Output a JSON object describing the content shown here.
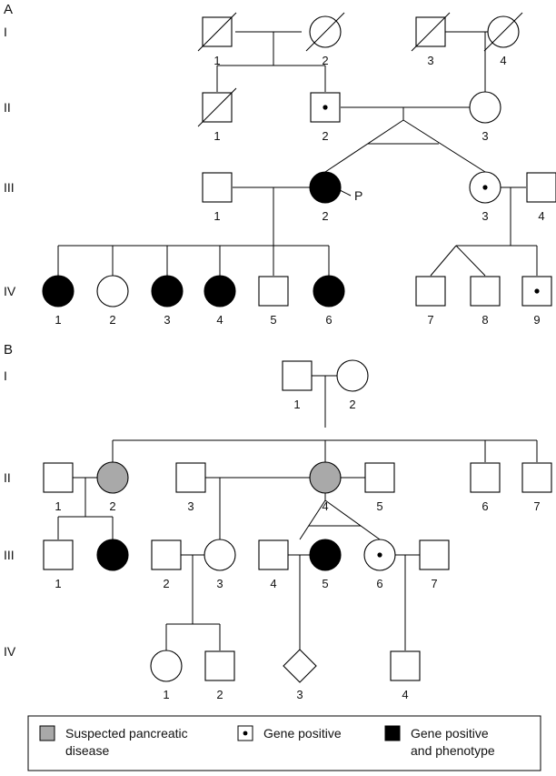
{
  "colors": {
    "suspected": "#a9a9a9",
    "affected": "#000000",
    "unaffected": "#ffffff",
    "line": "#000000"
  },
  "panel_a": {
    "label": "A",
    "generations": [
      "I",
      "II",
      "III",
      "IV"
    ],
    "proband_label": "P",
    "individuals": [
      {
        "id": "A-I-1",
        "label": "1",
        "sex": "male",
        "status": "unaffected",
        "deceased": true
      },
      {
        "id": "A-I-2",
        "label": "2",
        "sex": "female",
        "status": "unaffected",
        "deceased": true
      },
      {
        "id": "A-I-3",
        "label": "3",
        "sex": "male",
        "status": "unaffected",
        "deceased": true
      },
      {
        "id": "A-I-4",
        "label": "4",
        "sex": "female",
        "status": "unaffected",
        "deceased": true
      },
      {
        "id": "A-II-1",
        "label": "1",
        "sex": "male",
        "status": "unaffected",
        "deceased": true
      },
      {
        "id": "A-II-2",
        "label": "2",
        "sex": "male",
        "status": "carrier"
      },
      {
        "id": "A-II-3",
        "label": "3",
        "sex": "female",
        "status": "unaffected"
      },
      {
        "id": "A-III-1",
        "label": "1",
        "sex": "male",
        "status": "unaffected"
      },
      {
        "id": "A-III-2",
        "label": "2",
        "sex": "female",
        "status": "affected",
        "proband": true
      },
      {
        "id": "A-III-3",
        "label": "3",
        "sex": "female",
        "status": "carrier"
      },
      {
        "id": "A-III-4",
        "label": "4",
        "sex": "male",
        "status": "unaffected"
      },
      {
        "id": "A-IV-1",
        "label": "1",
        "sex": "female",
        "status": "affected"
      },
      {
        "id": "A-IV-2",
        "label": "2",
        "sex": "female",
        "status": "unaffected"
      },
      {
        "id": "A-IV-3",
        "label": "3",
        "sex": "female",
        "status": "affected"
      },
      {
        "id": "A-IV-4",
        "label": "4",
        "sex": "female",
        "status": "affected"
      },
      {
        "id": "A-IV-5",
        "label": "5",
        "sex": "male",
        "status": "unaffected"
      },
      {
        "id": "A-IV-6",
        "label": "6",
        "sex": "female",
        "status": "affected"
      },
      {
        "id": "A-IV-7",
        "label": "7",
        "sex": "male",
        "status": "unaffected"
      },
      {
        "id": "A-IV-8",
        "label": "8",
        "sex": "male",
        "status": "unaffected"
      },
      {
        "id": "A-IV-9",
        "label": "9",
        "sex": "male",
        "status": "carrier"
      }
    ]
  },
  "panel_b": {
    "label": "B",
    "generations": [
      "I",
      "II",
      "III",
      "IV"
    ],
    "individuals": [
      {
        "id": "B-I-1",
        "label": "1",
        "sex": "male",
        "status": "unaffected"
      },
      {
        "id": "B-I-2",
        "label": "2",
        "sex": "female",
        "status": "unaffected"
      },
      {
        "id": "B-II-1",
        "label": "1",
        "sex": "male",
        "status": "unaffected"
      },
      {
        "id": "B-II-2",
        "label": "2",
        "sex": "female",
        "status": "suspected"
      },
      {
        "id": "B-II-3",
        "label": "3",
        "sex": "male",
        "status": "unaffected"
      },
      {
        "id": "B-II-4",
        "label": "4",
        "sex": "female",
        "status": "suspected"
      },
      {
        "id": "B-II-5",
        "label": "5",
        "sex": "male",
        "status": "unaffected"
      },
      {
        "id": "B-II-6",
        "label": "6",
        "sex": "male",
        "status": "unaffected"
      },
      {
        "id": "B-II-7",
        "label": "7",
        "sex": "male",
        "status": "unaffected"
      },
      {
        "id": "B-III-1",
        "label": "1",
        "sex": "male",
        "status": "unaffected"
      },
      {
        "id": "B-III-1b",
        "label": "",
        "sex": "female",
        "status": "affected"
      },
      {
        "id": "B-III-2",
        "label": "2",
        "sex": "male",
        "status": "unaffected"
      },
      {
        "id": "B-III-3",
        "label": "3",
        "sex": "female",
        "status": "unaffected"
      },
      {
        "id": "B-III-4",
        "label": "4",
        "sex": "male",
        "status": "unaffected"
      },
      {
        "id": "B-III-5",
        "label": "5",
        "sex": "female",
        "status": "affected"
      },
      {
        "id": "B-III-6",
        "label": "6",
        "sex": "female",
        "status": "carrier"
      },
      {
        "id": "B-III-7",
        "label": "7",
        "sex": "male",
        "status": "unaffected"
      },
      {
        "id": "B-IV-1",
        "label": "1",
        "sex": "female",
        "status": "unaffected"
      },
      {
        "id": "B-IV-2",
        "label": "2",
        "sex": "male",
        "status": "unaffected"
      },
      {
        "id": "B-IV-3",
        "label": "3",
        "sex": "unknown",
        "status": "unaffected"
      },
      {
        "id": "B-IV-4",
        "label": "4",
        "sex": "male",
        "status": "unaffected"
      }
    ]
  },
  "legend": {
    "suspected_line1": "Suspected pancreatic",
    "suspected_line2": "disease",
    "gene_positive": "Gene positive",
    "affected_line1": "Gene positive",
    "affected_line2": "and phenotype"
  }
}
